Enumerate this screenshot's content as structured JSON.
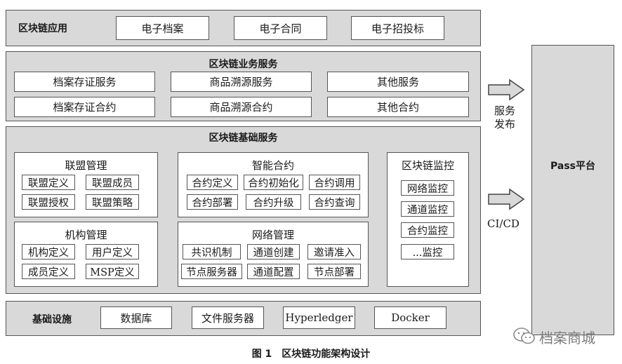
{
  "app_layer": {
    "title": "区块链应用",
    "items": [
      "电子档案",
      "电子合同",
      "电子招投标"
    ]
  },
  "business": {
    "title": "区块链业务服务",
    "row1": [
      "档案存证服务",
      "商品溯源服务",
      "其他服务"
    ],
    "row2": [
      "档案存证合约",
      "商品溯源合约",
      "其他合约"
    ]
  },
  "base": {
    "title": "区块链基础服务",
    "alliance": {
      "title": "联盟管理",
      "items": [
        "联盟定义",
        "联盟成员",
        "联盟授权",
        "联盟策略"
      ]
    },
    "contract": {
      "title": "智能合约",
      "items": [
        "合约定义",
        "合约初始化",
        "合约调用",
        "合约部署",
        "合约升级",
        "合约查询"
      ]
    },
    "org": {
      "title": "机构管理",
      "items": [
        "机构定义",
        "用户定义",
        "成员定义",
        "MSP定义"
      ]
    },
    "network": {
      "title": "网络管理",
      "items": [
        "共识机制",
        "通道创建",
        "邀请准入",
        "节点服务器",
        "通道配置",
        "节点部署"
      ]
    },
    "monitor": {
      "title": "区块链监控",
      "items": [
        "网络监控",
        "通道监控",
        "合约监控",
        "...监控"
      ]
    }
  },
  "infra": {
    "title": "基础设施",
    "items": [
      "数据库",
      "文件服务器",
      "Hyperledger",
      "Docker"
    ]
  },
  "arrows": {
    "service_line1": "服务",
    "service_line2": "发布",
    "cicd": "CI/CD"
  },
  "platform": {
    "title": "Pass平台"
  },
  "watermark": "档案商城",
  "caption": "图 1　区块链功能架构设计"
}
